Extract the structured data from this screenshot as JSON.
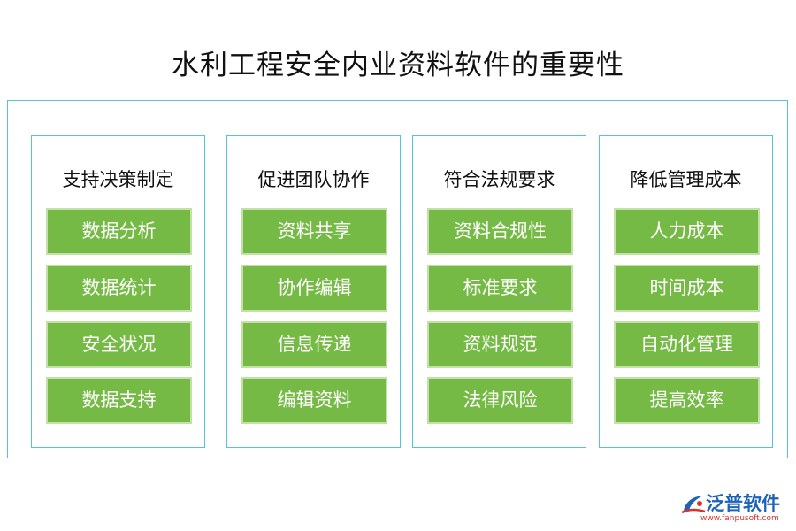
{
  "title": "水利工程安全内业资料软件的重要性",
  "columns": [
    {
      "title": "支持决策制定",
      "items": [
        "数据分析",
        "数据统计",
        "安全状况",
        "数据支持"
      ]
    },
    {
      "title": "促进团队协作",
      "items": [
        "资料共享",
        "协作编辑",
        "信息传递",
        "编辑资料"
      ]
    },
    {
      "title": "符合法规要求",
      "items": [
        "资料合规性",
        "标准要求",
        "资料规范",
        "法律风险"
      ]
    },
    {
      "title": "降低管理成本",
      "items": [
        "人力成本",
        "时间成本",
        "自动化管理",
        "提高效率"
      ]
    }
  ],
  "watermark": "泛普软件",
  "logo": {
    "name": "泛普软件",
    "url": "www.fanpusoft.com",
    "icon": "fanpu-logo-icon"
  },
  "colors": {
    "border": "#58c3d8",
    "item_fill": "#75ba44",
    "item_border": "#c3e0a8",
    "logo_blue": "#1d63b8",
    "logo_red": "#d9312c"
  }
}
